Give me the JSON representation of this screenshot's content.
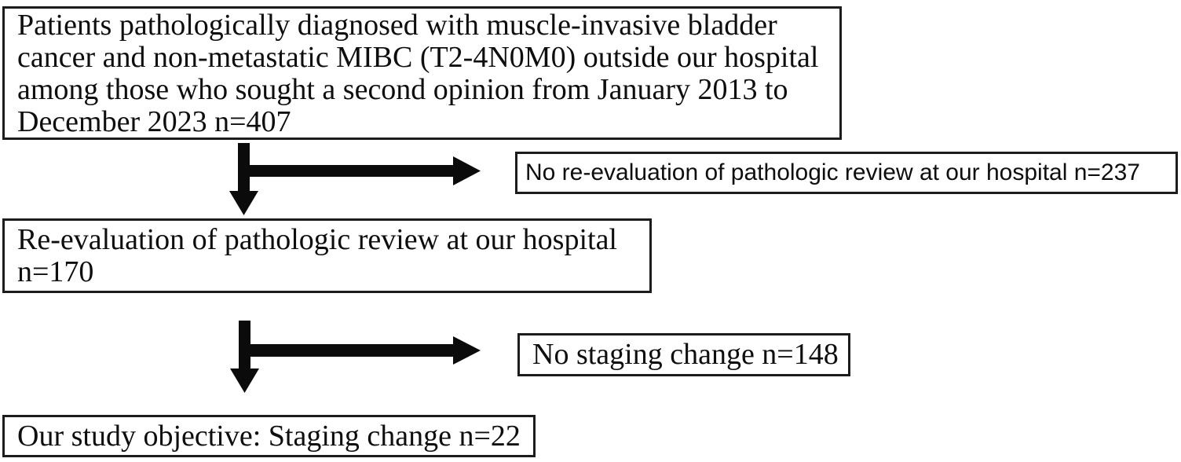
{
  "figure": {
    "colors": {
      "background": "#ffffff",
      "box_border": "#1c1c1c",
      "text": "#0e0e0e",
      "arrow": "#0b0b0b"
    },
    "boxes": {
      "initial": {
        "lines": [
          "Patients pathologically diagnosed with muscle-invasive bladder",
          "cancer and non-metastatic MIBC (T2-4N0M0) outside our hospital",
          "among those who sought a second opinion from January 2013 to",
          "December 2023 n=407"
        ]
      },
      "no_reevaluation": {
        "text": "No re-evaluation of pathologic review at our hospital n=237"
      },
      "reevaluation": {
        "lines": [
          "Re-evaluation of pathologic review at our hospital",
          "n=170"
        ]
      },
      "no_staging_change": {
        "text": "No staging change n=148"
      },
      "objective": {
        "text": "Our study objective: Staging change n=22"
      }
    }
  }
}
